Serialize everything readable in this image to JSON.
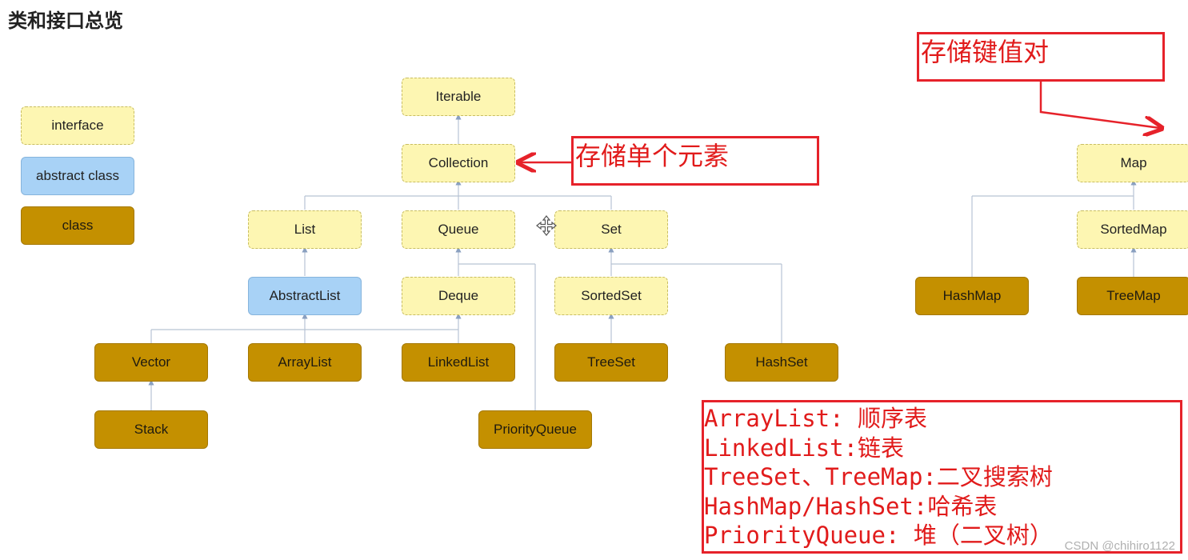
{
  "title": "类和接口总览",
  "legend": {
    "interface": "interface",
    "abstract_class": "abstract class",
    "class": "class"
  },
  "nodes": {
    "iterable": "Iterable",
    "collection": "Collection",
    "list": "List",
    "queue": "Queue",
    "set": "Set",
    "abstract_list": "AbstractList",
    "deque": "Deque",
    "sorted_set": "SortedSet",
    "vector": "Vector",
    "array_list": "ArrayList",
    "linked_list": "LinkedList",
    "tree_set": "TreeSet",
    "hash_set": "HashSet",
    "stack": "Stack",
    "priority_queue": "PriorityQueue",
    "map": "Map",
    "sorted_map": "SortedMap",
    "hash_map": "HashMap",
    "tree_map": "TreeMap"
  },
  "annotations": {
    "collection_note": "存储单个元素",
    "map_note": "存储键值对",
    "summary_lines": [
      "ArrayList: 顺序表",
      "LinkedList:链表",
      "TreeSet、TreeMap:二叉搜索树",
      "HashMap/HashSet:哈希表",
      "PriorityQueue: 堆（二叉树）"
    ]
  },
  "watermark": "CSDN @chihiro1122",
  "colors": {
    "interface_fill": "#fdf6b2",
    "abstract_fill": "#a8d2f6",
    "class_fill": "#c49000",
    "annotation_red": "#e11b1b"
  }
}
